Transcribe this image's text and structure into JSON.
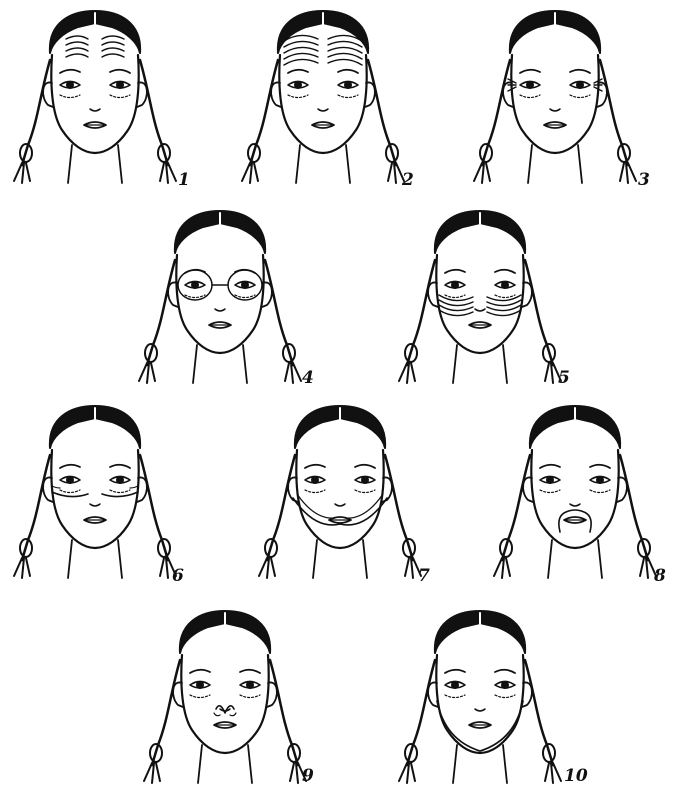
{
  "figure": {
    "panels": [
      {
        "number": "1",
        "massage_lines": "forehead-short"
      },
      {
        "number": "2",
        "massage_lines": "forehead-wide"
      },
      {
        "number": "3",
        "massage_lines": "eye-corners"
      },
      {
        "number": "4",
        "massage_lines": "eye-circles"
      },
      {
        "number": "5",
        "massage_lines": "under-eye-arcs"
      },
      {
        "number": "6",
        "massage_lines": "cheek-lines"
      },
      {
        "number": "7",
        "massage_lines": "chin-to-ears"
      },
      {
        "number": "8",
        "massage_lines": "around-mouth"
      },
      {
        "number": "9",
        "massage_lines": "nose"
      },
      {
        "number": "10",
        "massage_lines": "jawline"
      }
    ]
  }
}
